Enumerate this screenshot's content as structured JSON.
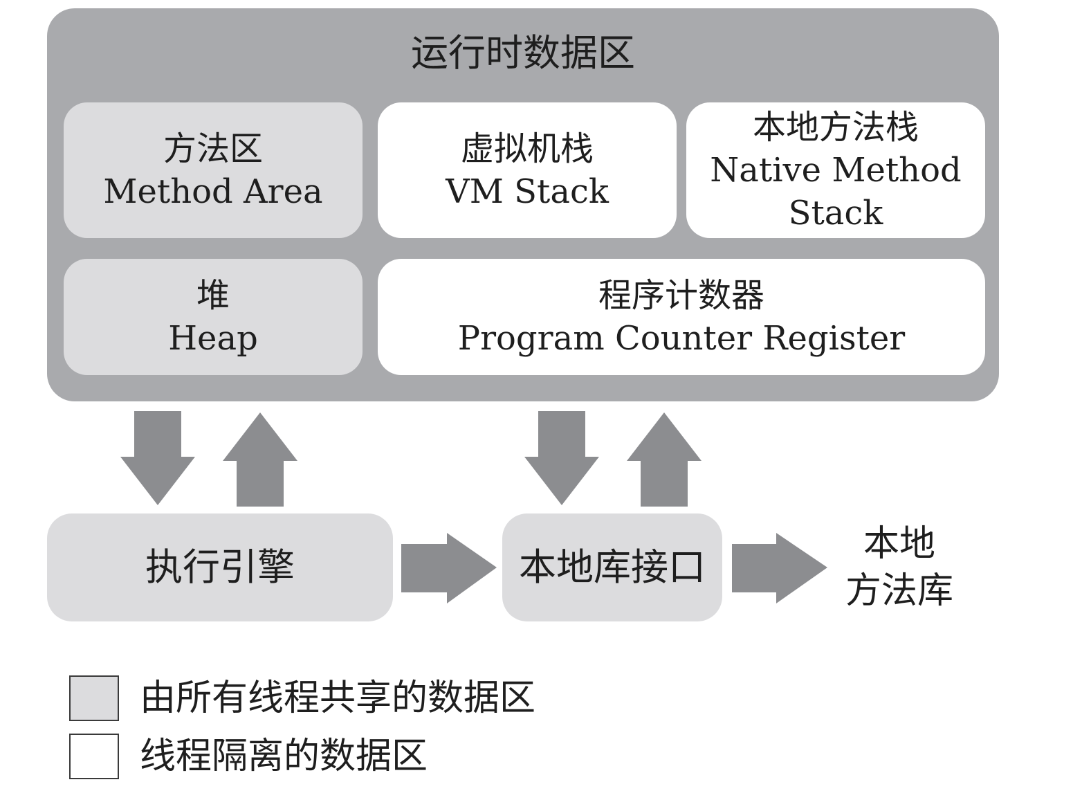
{
  "runtime": {
    "title": "运行时数据区"
  },
  "method_area": {
    "zh": "方法区",
    "en": "Method Area"
  },
  "vm_stack": {
    "zh": "虚拟机栈",
    "en": "VM Stack"
  },
  "native_stack": {
    "zh": "本地方法栈",
    "en1": "Native Method",
    "en2": "Stack"
  },
  "heap": {
    "zh": "堆",
    "en": "Heap"
  },
  "pc_register": {
    "zh": "程序计数器",
    "en": "Program Counter Register"
  },
  "execution_engine": {
    "label": "执行引擎"
  },
  "native_interface": {
    "label": "本地库接口"
  },
  "native_library": {
    "line1": "本地",
    "line2": "方法库"
  },
  "legend": {
    "shared": "由所有线程共享的数据区",
    "isolated": "线程隔离的数据区"
  },
  "colors": {
    "runtime_bg": "#a9aaad",
    "shared_bg": "#dcdcde",
    "isolated_bg": "#ffffff",
    "arrow": "#8c8d90"
  }
}
